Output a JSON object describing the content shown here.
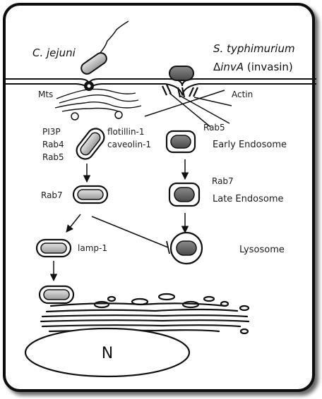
{
  "organisms": {
    "cjejuni": "C. jejuni",
    "styphi": "S. typhimurium",
    "delta": "Δ",
    "invA": "invA",
    "invasin": " (invasin)"
  },
  "left_pathway": {
    "mts": "Mts",
    "pi3p": "PI3P",
    "rab4": "Rab4",
    "rab5": "Rab5",
    "flotillin": "flotillin-1",
    "caveolin": "caveolin-1",
    "rab7": "Rab7",
    "lamp1": "lamp-1"
  },
  "right_pathway": {
    "actin": "Actin",
    "rab5": "Rab5",
    "early_endosome": "Early Endosome",
    "rab7": "Rab7",
    "late_endosome": "Late Endosome",
    "lysosome": "Lysosome"
  },
  "nucleus": "N"
}
